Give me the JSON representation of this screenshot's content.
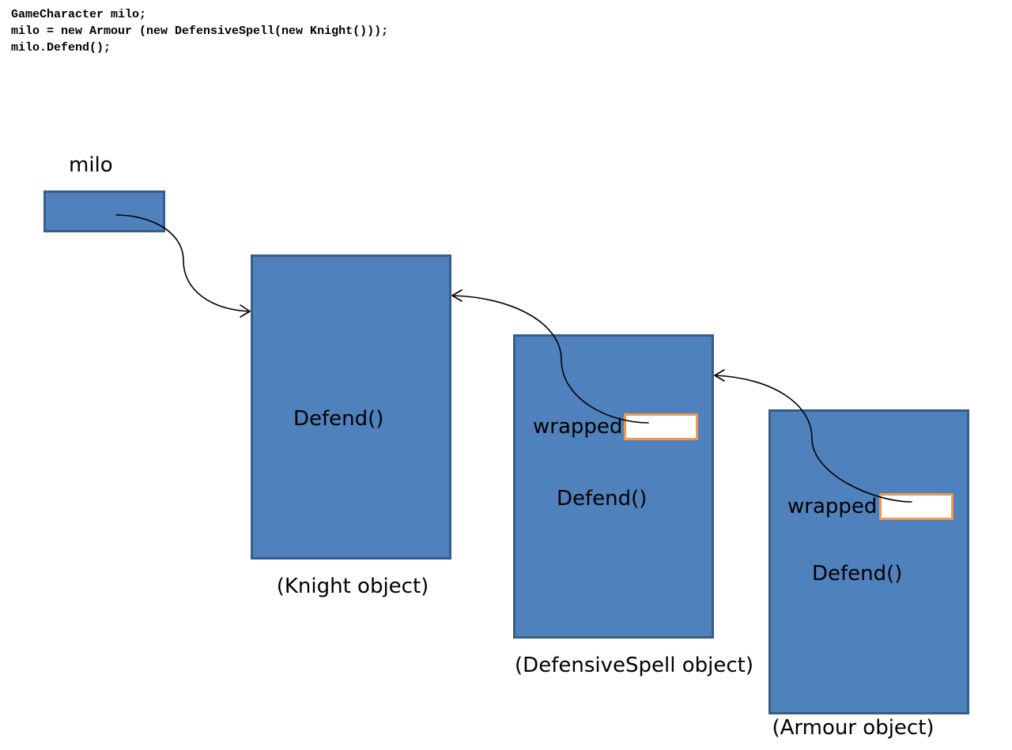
{
  "code": {
    "lines": [
      "GameCharacter milo;",
      "milo = new Armour (new DefensiveSpell(new Knight()));",
      "milo.Defend();"
    ]
  },
  "variable": {
    "name": "milo"
  },
  "knight": {
    "method": "Defend()",
    "caption": "(Knight object)"
  },
  "defensive_spell": {
    "field": "wrapped",
    "method": "Defend()",
    "caption": "(DefensiveSpell object)"
  },
  "armour": {
    "field": "wrapped",
    "method": "Defend()",
    "caption": "(Armour object)"
  },
  "colors": {
    "box_fill": "#4f81bd",
    "box_border": "#385d8a",
    "field_border": "#f79646",
    "arrow": "#000000"
  }
}
